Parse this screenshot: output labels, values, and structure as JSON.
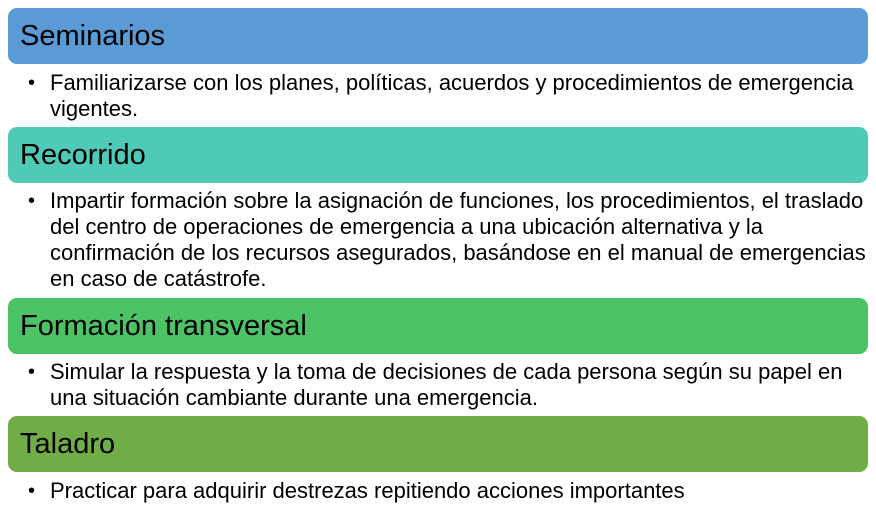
{
  "sections": [
    {
      "title": "Seminarios",
      "color": "#5b9bd5",
      "bullet": "Familiarizarse con los planes, políticas, acuerdos y procedimientos de emergencia vigentes."
    },
    {
      "title": "Recorrido",
      "color": "#4ecab7",
      "bullet": "Impartir formación sobre la asignación de funciones, los procedimientos, el traslado del centro de operaciones de emergencia a una ubicación alternativa y la confirmación de los recursos asegurados, basándose en el manual de emergencias en caso de catástrofe."
    },
    {
      "title": "Formación transversal",
      "color": "#4cc466",
      "bullet": "Simular la respuesta y la toma de decisiones de cada persona según su papel en una situación cambiante durante una emergencia."
    },
    {
      "title": "Taladro",
      "color": "#70ad47",
      "bullet": "Practicar para adquirir destrezas repitiendo acciones importantes"
    }
  ],
  "bullet_symbol": "•"
}
